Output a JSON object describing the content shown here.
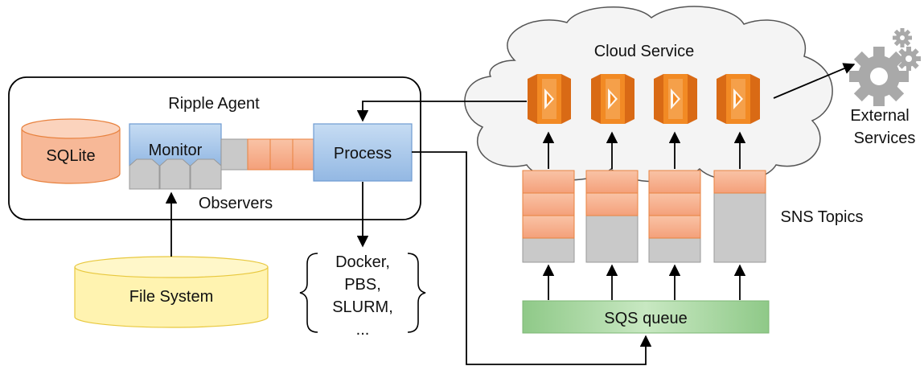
{
  "agent": {
    "title": "Ripple Agent",
    "sqlite": "SQLite",
    "monitor": "Monitor",
    "observers": "Observers",
    "process": "Process"
  },
  "filesystem": "File System",
  "executors": [
    "Docker,",
    "PBS,",
    "SLURM,",
    "..."
  ],
  "cloud": {
    "title": "Cloud Service",
    "lambda_count": 4
  },
  "external": [
    "External",
    "Services"
  ],
  "sns": {
    "label": "SNS Topics",
    "filled_slots": [
      3,
      2,
      3,
      1
    ]
  },
  "sqs": "SQS queue",
  "colors": {
    "orange": "#f7a882",
    "orange_border": "#e8823f",
    "blue": "#a9c8ea",
    "blue_border": "#6f9bd1",
    "gray": "#c9c9c9",
    "green": "#a8d5a0",
    "yellow": "#fff3b0",
    "lambda_orange": "#f28a24",
    "gear": "#a9a9a9"
  }
}
